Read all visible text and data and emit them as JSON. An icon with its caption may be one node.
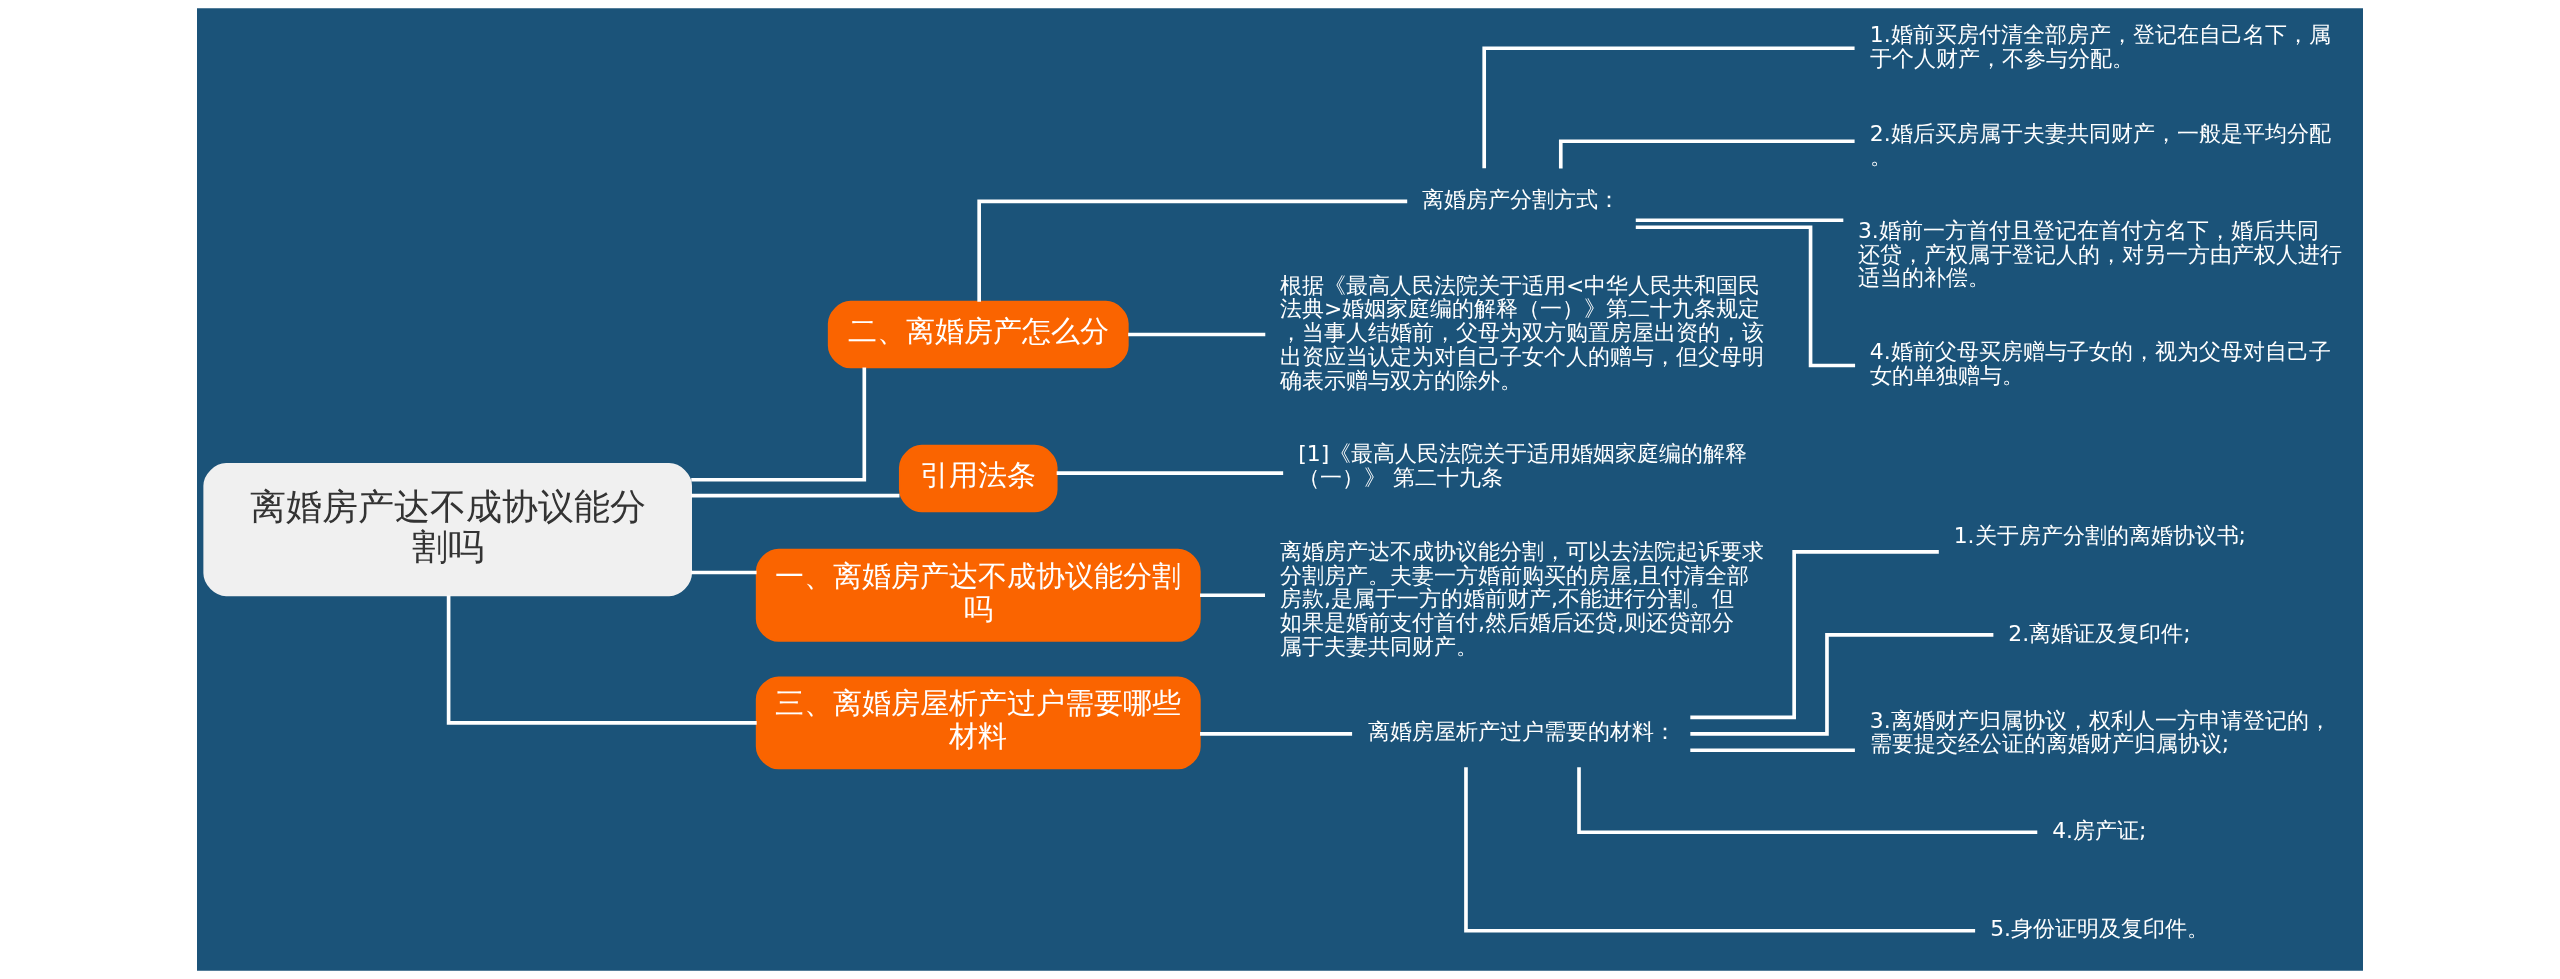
{
  "diagram": {
    "nodes": [
      {
        "text": [
          "离婚房产达不成协议能分割吗"
        ]
      },
      {
        "text": [
          "二、离婚房产怎么分"
        ]
      },
      {
        "text": [
          "离婚房产分割方式："
        ]
      },
      {
        "text": [
          "1.婚前买房付清全部房产，登记在自己名下，属于个人财产，不参与分配。"
        ]
      },
      {
        "text": [
          "2.婚后买房属于夫妻共同财产，一般是平均分配。"
        ]
      },
      {
        "text": [
          "3.婚前一方首付且登记在首付方名下，婚后共同还贷，产权属于登记人的，对另一方由产权人进行适当的补偿。"
        ]
      },
      {
        "text": [
          "4.婚前父母买房赠与子女的，视为父母对自己子女的单独赠与。"
        ]
      },
      {
        "text": [
          "根据《最高人民法院关于适用<中华人民共和国民法典>婚姻家庭编的解释（一）》第二十九条规定，当事人结婚前，父母为双方购置房屋出资的，该出资应当认定为对自己子女个人的赠与，但父母明确表示赠与双方的除外。"
        ]
      },
      {
        "text": [
          "引用法条"
        ]
      },
      {
        "text": [
          "[1]《最高人民法院关于适用婚姻家庭编的解释（一）》 第二十九条"
        ]
      },
      {
        "text": [
          "一、离婚房产达不成协议能分割吗"
        ]
      },
      {
        "text": [
          "离婚房产达不成协议能分割，可以去法院起诉要求分割房产。夫妻一方婚前购买的房屋,且付清全部房款,是属于一方的婚前财产,不能进行分割。但如果是婚前支付首付,然后婚后还贷,则还贷部分属于夫妻共同财产。"
        ]
      },
      {
        "text": [
          "三、离婚房屋析产过户需要哪些材料"
        ]
      },
      {
        "text": [
          "离婚房屋析产过户需要的材料："
        ]
      },
      {
        "text": [
          "1.关于房产分割的离婚协议书;"
        ]
      },
      {
        "text": [
          "2.离婚证及复印件;"
        ]
      },
      {
        "text": [
          "3.离婚财产归属协议，权利人一方申请登记的，需要提交经公证的离婚财产归属协议;"
        ]
      },
      {
        "text": [
          "4.房产证;"
        ]
      },
      {
        "text": [
          "5.身份证明及复印件。"
        ]
      }
    ],
    "edges": [
      {
        "from": 0,
        "to": 1,
        "arrow": "none"
      },
      {
        "from": 1,
        "to": 2,
        "arrow": "none"
      },
      {
        "from": 2,
        "to": 3,
        "arrow": "none"
      },
      {
        "from": 2,
        "to": 4,
        "arrow": "none"
      },
      {
        "from": 2,
        "to": 5,
        "arrow": "none"
      },
      {
        "from": 2,
        "to": 6,
        "arrow": "none"
      },
      {
        "from": 1,
        "to": 7,
        "arrow": "none"
      },
      {
        "from": 0,
        "to": 8,
        "arrow": "none"
      },
      {
        "from": 8,
        "to": 9,
        "arrow": "none"
      },
      {
        "from": 0,
        "to": 10,
        "arrow": "none"
      },
      {
        "from": 10,
        "to": 11,
        "arrow": "none"
      },
      {
        "from": 0,
        "to": 12,
        "arrow": "none"
      },
      {
        "from": 12,
        "to": 13,
        "arrow": "none"
      },
      {
        "from": 13,
        "to": 14,
        "arrow": "none"
      },
      {
        "from": 13,
        "to": 15,
        "arrow": "none"
      },
      {
        "from": 13,
        "to": 16,
        "arrow": "none"
      },
      {
        "from": 13,
        "to": 17,
        "arrow": "none"
      },
      {
        "from": 13,
        "to": 18,
        "arrow": "none"
      }
    ]
  }
}
